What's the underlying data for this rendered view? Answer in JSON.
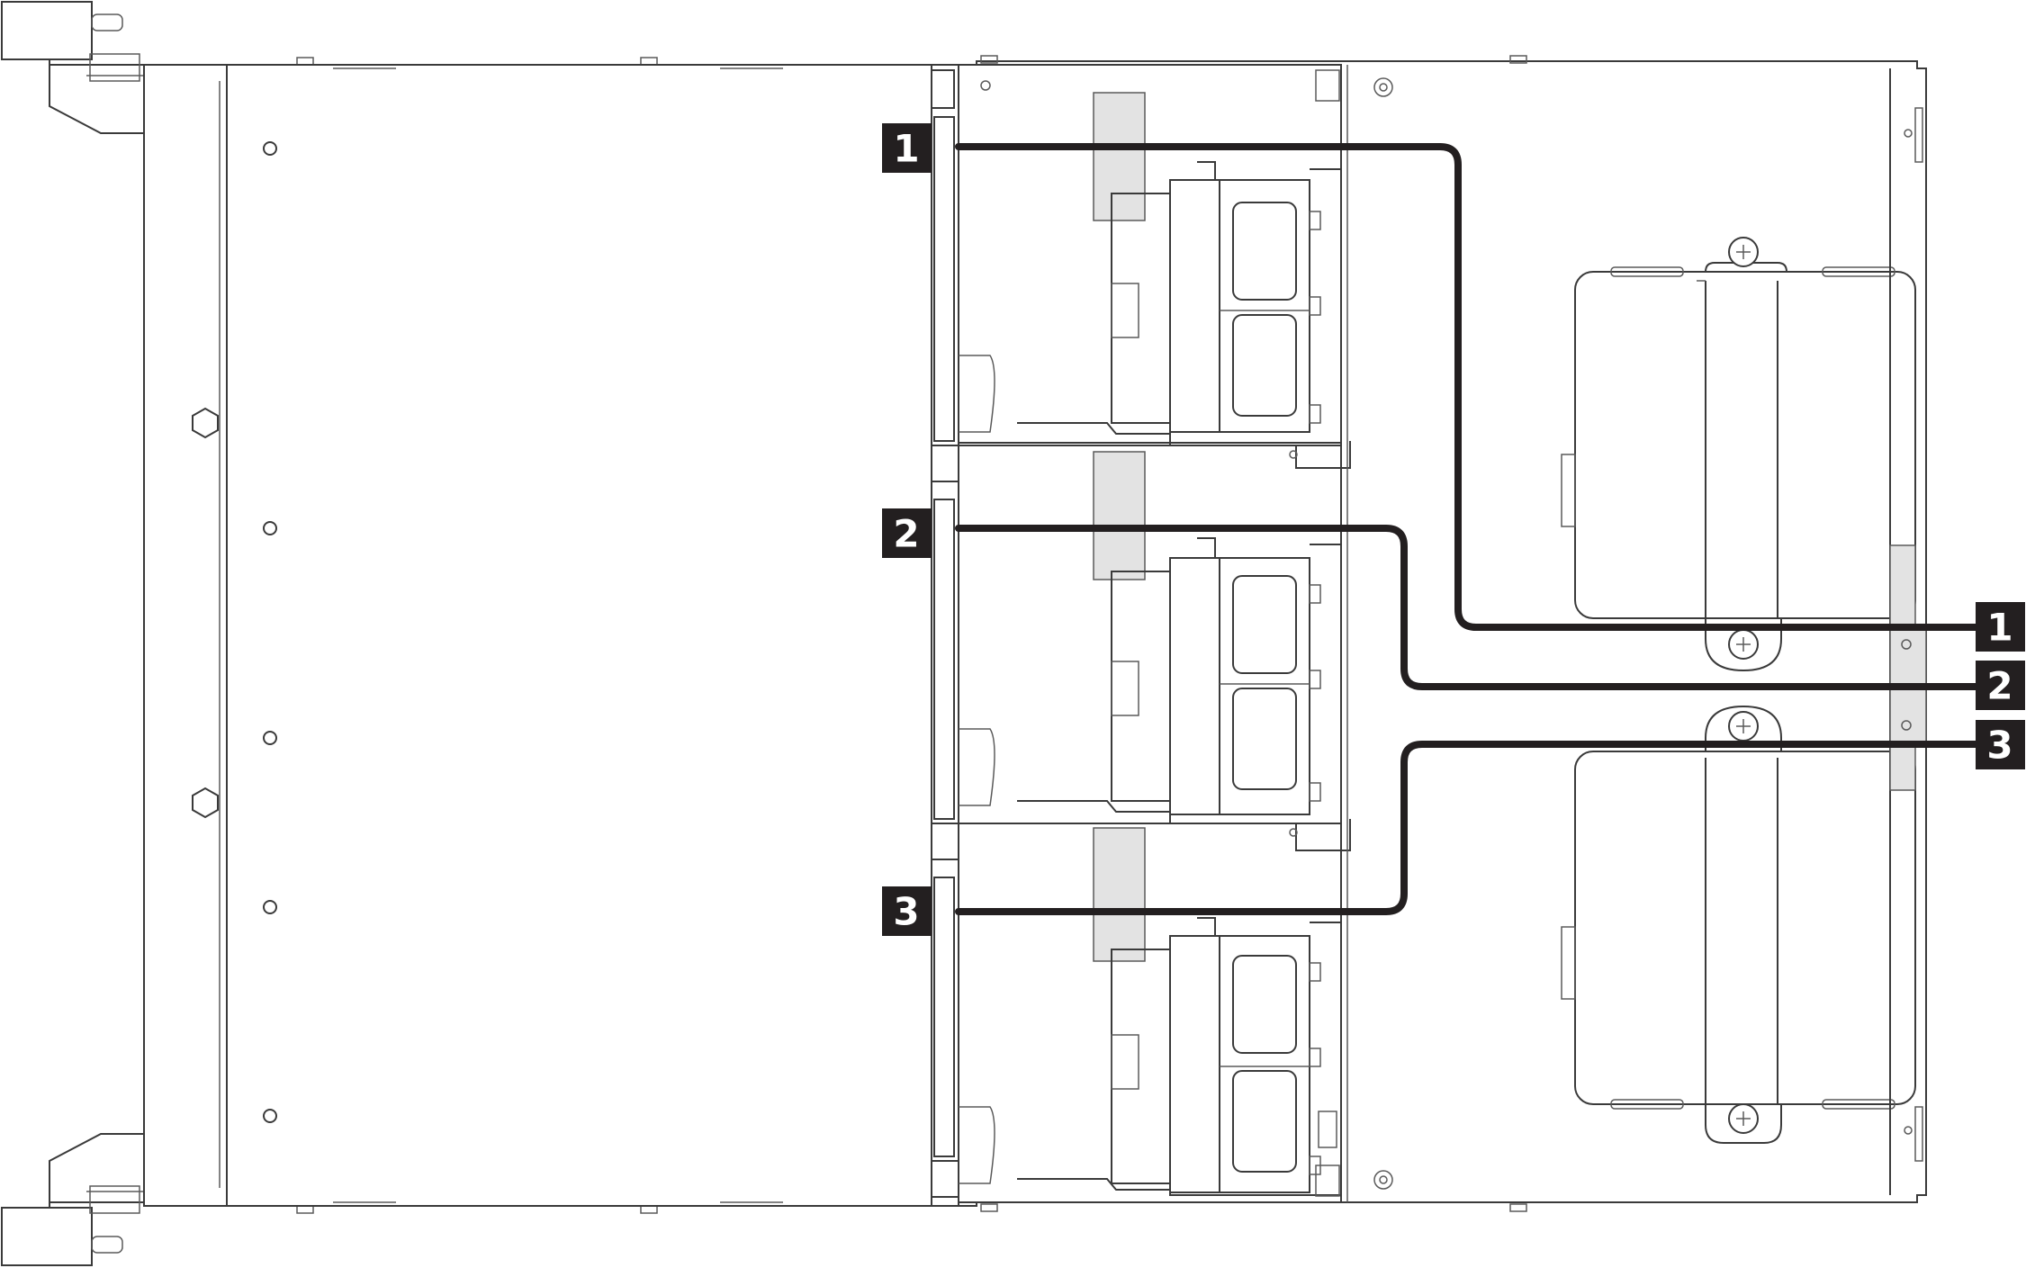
{
  "callouts": {
    "left": [
      "1",
      "2",
      "3"
    ],
    "right": [
      "1",
      "2",
      "3"
    ]
  },
  "colors": {
    "cable": "#231f20",
    "callout_bg": "#231f20",
    "callout_text": "#ffffff",
    "line_art": "#3a3a3a",
    "highlight": "#e3e3e3"
  }
}
